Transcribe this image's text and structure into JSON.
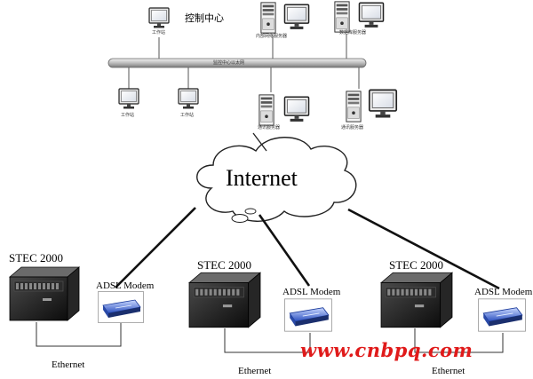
{
  "control_center": {
    "title": "控制中心"
  },
  "backbone": {
    "label": "监控中心以太网"
  },
  "control_nodes": [
    {
      "id": "ws-top",
      "type": "workstation",
      "label": "工作站"
    },
    {
      "id": "srv-intranet",
      "type": "server",
      "label": "内部网络服务器"
    },
    {
      "id": "srv-db",
      "type": "server",
      "label": "数据库服务器"
    },
    {
      "id": "ws-left-1",
      "type": "workstation",
      "label": "工作站"
    },
    {
      "id": "ws-left-2",
      "type": "workstation",
      "label": "工作站"
    },
    {
      "id": "srv-comm",
      "type": "server",
      "label": "通讯服务器"
    },
    {
      "id": "srv-comm-2",
      "type": "server",
      "label": "通讯服务器"
    }
  ],
  "internet": {
    "label": "Internet"
  },
  "sites": [
    {
      "device": "STEC 2000",
      "modem": "ADSL Modem",
      "link": "Ethernet"
    },
    {
      "device": "STEC 2000",
      "modem": "ADSL Modem",
      "link": "Ethernet"
    },
    {
      "device": "STEC 2000",
      "modem": "ADSL Modem",
      "link": "Ethernet"
    }
  ],
  "watermark": "www.cnbpq.com",
  "colors": {
    "watermark": "#e01a1a",
    "cabinet": "#1e1e1e",
    "modem": "#3a64d8"
  }
}
